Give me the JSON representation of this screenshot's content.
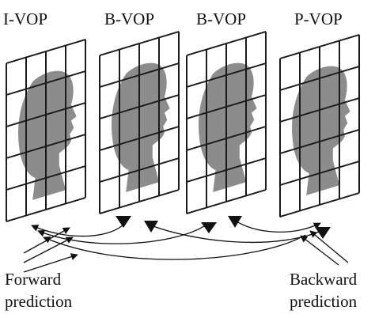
{
  "frames": [
    {
      "label": "I-VOP"
    },
    {
      "label": "B-VOP"
    },
    {
      "label": "B-VOP"
    },
    {
      "label": "P-VOP"
    }
  ],
  "annotations": {
    "forward_line1": "Forward",
    "forward_line2": "prediction",
    "backward_line1": "Backward",
    "backward_line2": "prediction"
  },
  "colors": {
    "silhouette": "#8c8c8c",
    "grid": "#1a1a1a",
    "text": "#111111"
  }
}
